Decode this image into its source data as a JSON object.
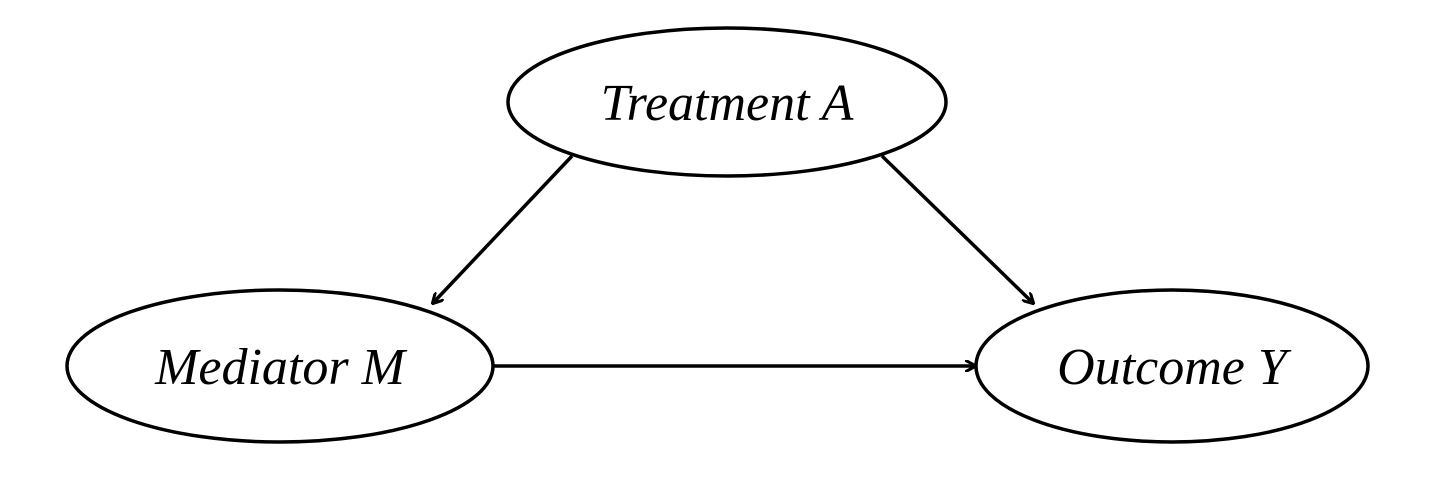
{
  "diagram": {
    "nodes": [
      {
        "id": "treatment",
        "label": "Treatment A"
      },
      {
        "id": "mediator",
        "label": "Mediator M"
      },
      {
        "id": "outcome",
        "label": "Outcome Y"
      }
    ],
    "edges": [
      {
        "from": "treatment",
        "to": "mediator"
      },
      {
        "from": "treatment",
        "to": "outcome"
      },
      {
        "from": "mediator",
        "to": "outcome"
      }
    ],
    "colors": {
      "stroke": "#000000",
      "background": "#ffffff"
    }
  }
}
